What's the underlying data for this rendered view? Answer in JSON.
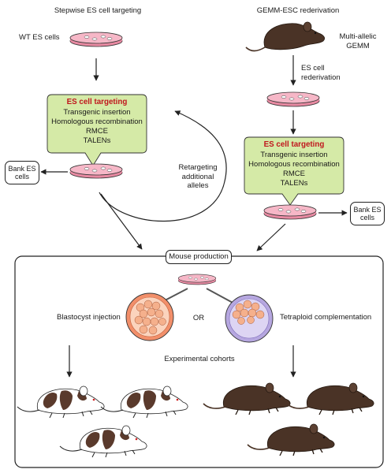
{
  "left_column": {
    "title": "Stepwise ES cell targeting",
    "source_label": "WT ES cells",
    "callout": {
      "title": "ES cell targeting",
      "items": [
        "Transgenic insertion",
        "Homologous recombination",
        "RMCE",
        "TALENs"
      ]
    },
    "bank_label": "Bank ES cells",
    "retarget_label": "Retargeting additional alleles"
  },
  "right_column": {
    "title": "GEMM-ESC rederivation",
    "source_label": "Multi-allelic GEMM",
    "step_label": "ES cell rederivation",
    "callout": {
      "title": "ES cell targeting",
      "items": [
        "Transgenic insertion",
        "Homologous recombination",
        "RMCE",
        "TALENs"
      ]
    },
    "bank_label": "Bank ES cells"
  },
  "mouse_production": {
    "title": "Mouse production",
    "left_method": "Blastocyst injection",
    "or_label": "OR",
    "right_method": "Tetraploid complementation",
    "cohorts_label": "Experimental cohorts"
  },
  "colors": {
    "dish": "#f2a3b6",
    "callout_fill": "#d5eaa7",
    "callout_title": "#c0161d",
    "blastocyst": "#f5b08c",
    "tetraploid": "#c8bde8",
    "dark_mouse": "#4a3326"
  }
}
